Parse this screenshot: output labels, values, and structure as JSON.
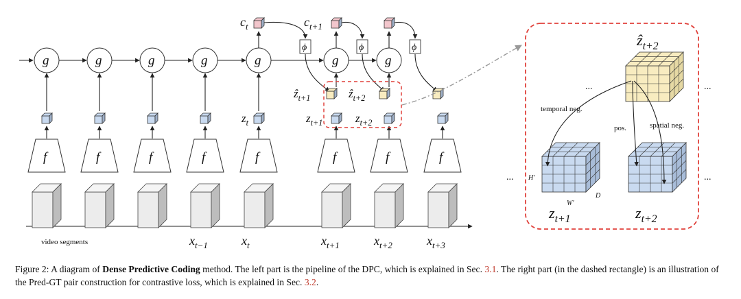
{
  "figure": {
    "g_label": "g",
    "f_label": "f",
    "phi_label": "ϕ",
    "ellipsis": "...",
    "c_labels": [
      {
        "base": "c",
        "sub": "t"
      },
      {
        "base": "c",
        "sub": "t+1"
      }
    ],
    "pred_labels": [
      {
        "base": "ẑ",
        "sub": "t+1"
      },
      {
        "base": "ẑ",
        "sub": "t+2"
      }
    ],
    "z_labels": [
      {
        "base": "z",
        "sub": "t"
      },
      {
        "base": "z",
        "sub": "t+1"
      },
      {
        "base": "z",
        "sub": "t+2"
      }
    ],
    "x_labels": [
      {
        "base": "x",
        "sub": "t−1"
      },
      {
        "base": "x",
        "sub": "t"
      },
      {
        "base": "x",
        "sub": "t+1"
      },
      {
        "base": "x",
        "sub": "t+2"
      },
      {
        "base": "x",
        "sub": "t+3"
      }
    ],
    "video_segments_label": "video segments",
    "right_panel": {
      "top_label": {
        "base": "ẑ",
        "sub": "t+2"
      },
      "bottom_left_label": {
        "base": "z",
        "sub": "t+1"
      },
      "bottom_right_label": {
        "base": "z",
        "sub": "t+2"
      },
      "temporal_neg": "temporal neg.",
      "spatial_neg": "spatial neg.",
      "pos": "pos.",
      "h_prime": "H′",
      "w_prime": "W′",
      "d_label": "D"
    },
    "colors": {
      "cube_blue": "#c9daf0",
      "cube_yellow": "#f8ecc0",
      "cube_pink": "#f2c6cc",
      "dashed_red": "#e0413b",
      "gray_box": "#e2e2e2"
    }
  },
  "caption": {
    "prefix": "Figure 2: A diagram of ",
    "bold": "Dense Predictive Coding",
    "middle": " method.  The left part is the pipeline of the DPC, which is explained in Sec. ",
    "ref1": "3.1",
    "middle2": ".  The right part (in the dashed rectangle) is an illustration of the Pred-GT pair construction for contrastive loss, which is explained in Sec. ",
    "ref2": "3.2",
    "suffix": "."
  }
}
